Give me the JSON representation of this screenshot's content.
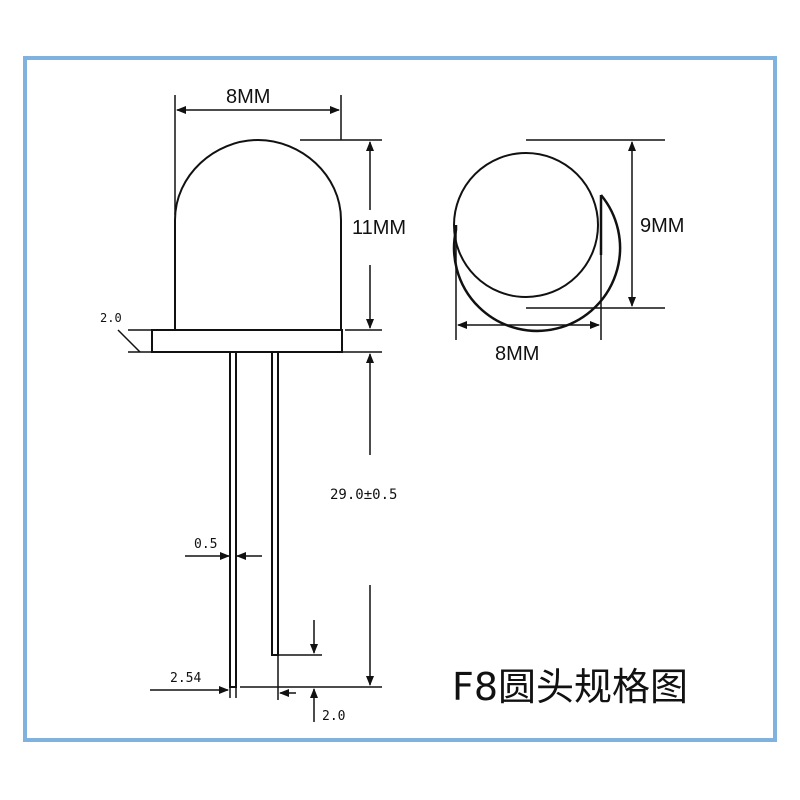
{
  "colors": {
    "border": "#7fb2de",
    "line": "#111111",
    "background": "#ffffff"
  },
  "dimensions": {
    "front_width": "8MM",
    "front_height": "11MM",
    "flange_thickness": "2.0",
    "lead_length": "29.0±0.5",
    "lead_thickness": "0.5",
    "lead_spacing": "2.54",
    "lead_step": "2.0",
    "top_diameter": "9MM",
    "top_width": "8MM"
  },
  "caption": "F8圆头规格图"
}
